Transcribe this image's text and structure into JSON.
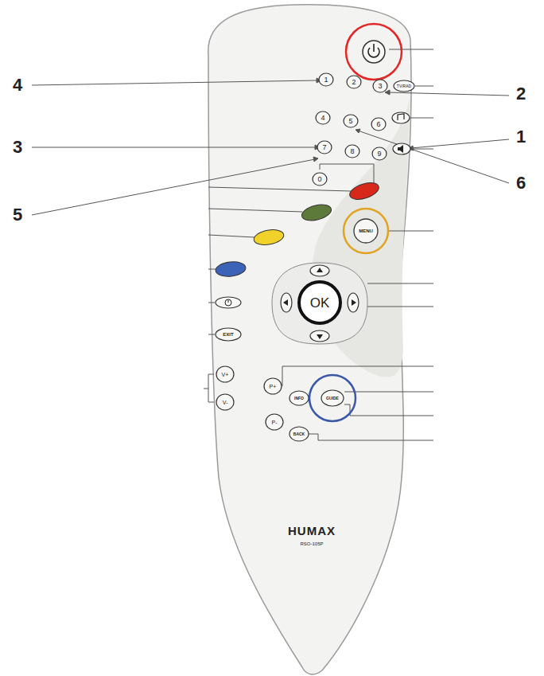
{
  "diagram": {
    "labels": [
      "4",
      "2",
      "3",
      "1",
      "5",
      "6",
      "1",
      "2",
      "3",
      "TV/RAD",
      "4",
      "5",
      "6",
      "7",
      "8",
      "9",
      "0",
      "MENU",
      "OK",
      "EXIT",
      "V+",
      "V-",
      "P+",
      "P-",
      "INFO",
      "GUIDE",
      "BACK",
      "HUMAX",
      "RSO-105P"
    ]
  }
}
